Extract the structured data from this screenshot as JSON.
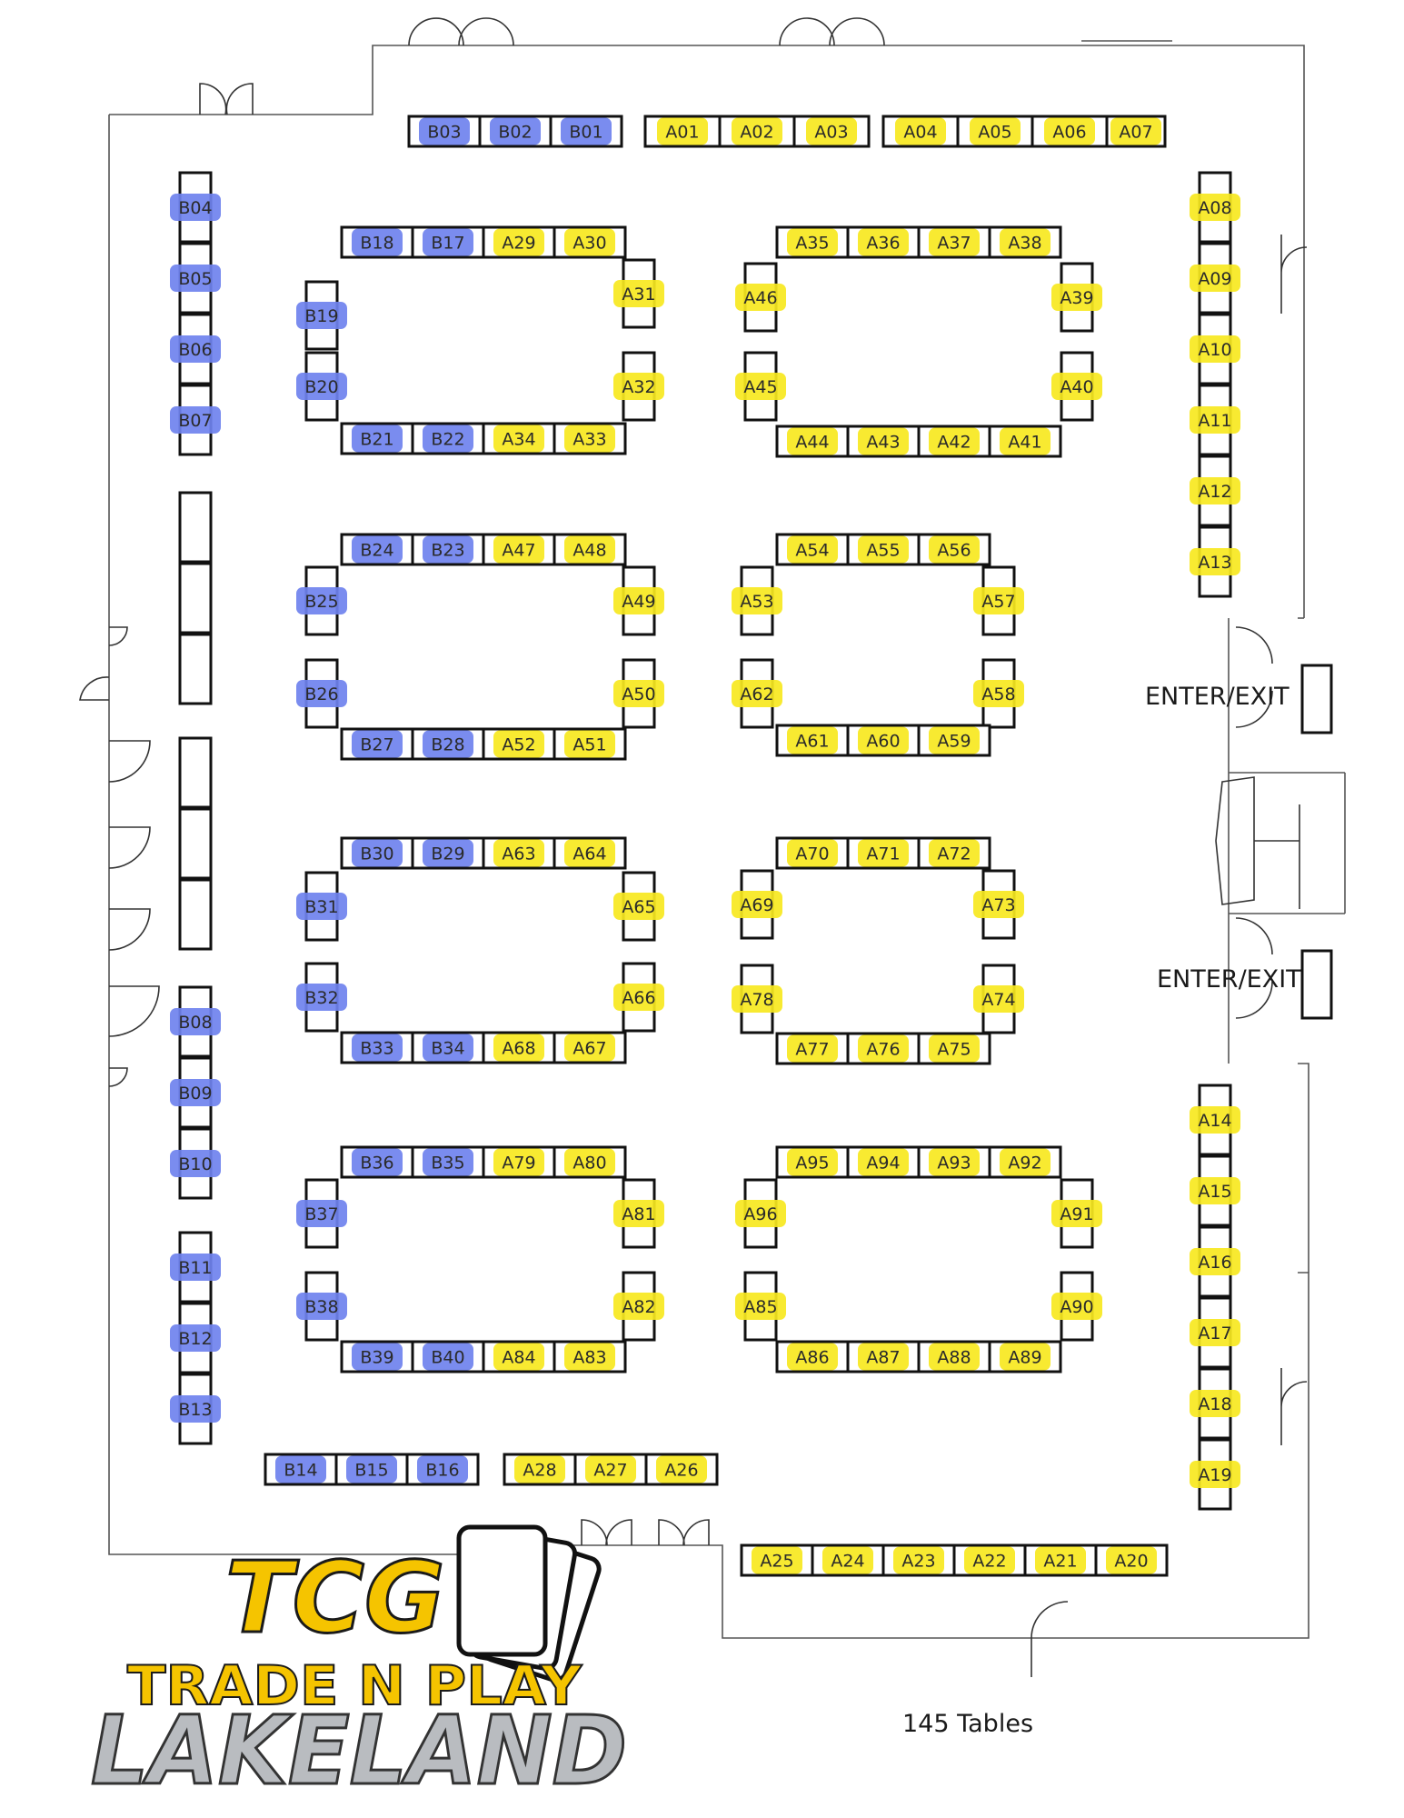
{
  "colors": {
    "a_section": "#f7e81f",
    "b_section": "#6f82ee"
  },
  "labels": {
    "enter_exit_1": "ENTER/EXIT",
    "enter_exit_2": "ENTER/EXIT",
    "table_count": "145 Tables"
  },
  "logo": {
    "line1": "TCG",
    "line2": "TRADE N PLAY",
    "line3": "LAKELAND"
  },
  "tables": [
    {
      "id": "B03",
      "section": "B"
    },
    {
      "id": "B02",
      "section": "B"
    },
    {
      "id": "B01",
      "section": "B"
    },
    {
      "id": "A01",
      "section": "A"
    },
    {
      "id": "A02",
      "section": "A"
    },
    {
      "id": "A03",
      "section": "A"
    },
    {
      "id": "A04",
      "section": "A"
    },
    {
      "id": "A05",
      "section": "A"
    },
    {
      "id": "A06",
      "section": "A"
    },
    {
      "id": "A07",
      "section": "A"
    },
    {
      "id": "B04",
      "section": "B"
    },
    {
      "id": "B05",
      "section": "B"
    },
    {
      "id": "B06",
      "section": "B"
    },
    {
      "id": "B07",
      "section": "B"
    },
    {
      "id": "",
      "section": ""
    },
    {
      "id": "",
      "section": ""
    },
    {
      "id": "",
      "section": ""
    },
    {
      "id": "",
      "section": ""
    },
    {
      "id": "",
      "section": ""
    },
    {
      "id": "",
      "section": ""
    },
    {
      "id": "B08",
      "section": "B"
    },
    {
      "id": "B09",
      "section": "B"
    },
    {
      "id": "B10",
      "section": "B"
    },
    {
      "id": "B11",
      "section": "B"
    },
    {
      "id": "B12",
      "section": "B"
    },
    {
      "id": "B13",
      "section": "B"
    },
    {
      "id": "B14",
      "section": "B"
    },
    {
      "id": "B15",
      "section": "B"
    },
    {
      "id": "B16",
      "section": "B"
    },
    {
      "id": "A28",
      "section": "A"
    },
    {
      "id": "A27",
      "section": "A"
    },
    {
      "id": "A26",
      "section": "A"
    },
    {
      "id": "A25",
      "section": "A"
    },
    {
      "id": "A24",
      "section": "A"
    },
    {
      "id": "A23",
      "section": "A"
    },
    {
      "id": "A22",
      "section": "A"
    },
    {
      "id": "A21",
      "section": "A"
    },
    {
      "id": "A20",
      "section": "A"
    },
    {
      "id": "A08",
      "section": "A"
    },
    {
      "id": "A09",
      "section": "A"
    },
    {
      "id": "A10",
      "section": "A"
    },
    {
      "id": "A11",
      "section": "A"
    },
    {
      "id": "A12",
      "section": "A"
    },
    {
      "id": "A13",
      "section": "A"
    },
    {
      "id": "A14",
      "section": "A"
    },
    {
      "id": "A15",
      "section": "A"
    },
    {
      "id": "A16",
      "section": "A"
    },
    {
      "id": "A17",
      "section": "A"
    },
    {
      "id": "A18",
      "section": "A"
    },
    {
      "id": "A19",
      "section": "A"
    },
    {
      "id": "B18",
      "section": "B"
    },
    {
      "id": "B17",
      "section": "B"
    },
    {
      "id": "A29",
      "section": "A"
    },
    {
      "id": "A30",
      "section": "A"
    },
    {
      "id": "B19",
      "section": "B"
    },
    {
      "id": "B20",
      "section": "B"
    },
    {
      "id": "A31",
      "section": "A"
    },
    {
      "id": "A32",
      "section": "A"
    },
    {
      "id": "B21",
      "section": "B"
    },
    {
      "id": "B22",
      "section": "B"
    },
    {
      "id": "A34",
      "section": "A"
    },
    {
      "id": "A33",
      "section": "A"
    },
    {
      "id": "A35",
      "section": "A"
    },
    {
      "id": "A36",
      "section": "A"
    },
    {
      "id": "A37",
      "section": "A"
    },
    {
      "id": "A38",
      "section": "A"
    },
    {
      "id": "A46",
      "section": "A"
    },
    {
      "id": "A45",
      "section": "A"
    },
    {
      "id": "A39",
      "section": "A"
    },
    {
      "id": "A40",
      "section": "A"
    },
    {
      "id": "A44",
      "section": "A"
    },
    {
      "id": "A43",
      "section": "A"
    },
    {
      "id": "A42",
      "section": "A"
    },
    {
      "id": "A41",
      "section": "A"
    },
    {
      "id": "B24",
      "section": "B"
    },
    {
      "id": "B23",
      "section": "B"
    },
    {
      "id": "A47",
      "section": "A"
    },
    {
      "id": "A48",
      "section": "A"
    },
    {
      "id": "B25",
      "section": "B"
    },
    {
      "id": "B26",
      "section": "B"
    },
    {
      "id": "A49",
      "section": "A"
    },
    {
      "id": "A50",
      "section": "A"
    },
    {
      "id": "B27",
      "section": "B"
    },
    {
      "id": "B28",
      "section": "B"
    },
    {
      "id": "A52",
      "section": "A"
    },
    {
      "id": "A51",
      "section": "A"
    },
    {
      "id": "A54",
      "section": "A"
    },
    {
      "id": "A55",
      "section": "A"
    },
    {
      "id": "A56",
      "section": "A"
    },
    {
      "id": "A53",
      "section": "A"
    },
    {
      "id": "A62",
      "section": "A"
    },
    {
      "id": "A57",
      "section": "A"
    },
    {
      "id": "A58",
      "section": "A"
    },
    {
      "id": "A61",
      "section": "A"
    },
    {
      "id": "A60",
      "section": "A"
    },
    {
      "id": "A59",
      "section": "A"
    },
    {
      "id": "B30",
      "section": "B"
    },
    {
      "id": "B29",
      "section": "B"
    },
    {
      "id": "A63",
      "section": "A"
    },
    {
      "id": "A64",
      "section": "A"
    },
    {
      "id": "B31",
      "section": "B"
    },
    {
      "id": "B32",
      "section": "B"
    },
    {
      "id": "A65",
      "section": "A"
    },
    {
      "id": "A66",
      "section": "A"
    },
    {
      "id": "B33",
      "section": "B"
    },
    {
      "id": "B34",
      "section": "B"
    },
    {
      "id": "A68",
      "section": "A"
    },
    {
      "id": "A67",
      "section": "A"
    },
    {
      "id": "A70",
      "section": "A"
    },
    {
      "id": "A71",
      "section": "A"
    },
    {
      "id": "A72",
      "section": "A"
    },
    {
      "id": "A69",
      "section": "A"
    },
    {
      "id": "A78",
      "section": "A"
    },
    {
      "id": "A73",
      "section": "A"
    },
    {
      "id": "A74",
      "section": "A"
    },
    {
      "id": "A77",
      "section": "A"
    },
    {
      "id": "A76",
      "section": "A"
    },
    {
      "id": "A75",
      "section": "A"
    },
    {
      "id": "B36",
      "section": "B"
    },
    {
      "id": "B35",
      "section": "B"
    },
    {
      "id": "A79",
      "section": "A"
    },
    {
      "id": "A80",
      "section": "A"
    },
    {
      "id": "B37",
      "section": "B"
    },
    {
      "id": "B38",
      "section": "B"
    },
    {
      "id": "A81",
      "section": "A"
    },
    {
      "id": "A82",
      "section": "A"
    },
    {
      "id": "B39",
      "section": "B"
    },
    {
      "id": "B40",
      "section": "B"
    },
    {
      "id": "A84",
      "section": "A"
    },
    {
      "id": "A83",
      "section": "A"
    },
    {
      "id": "A95",
      "section": "A"
    },
    {
      "id": "A94",
      "section": "A"
    },
    {
      "id": "A93",
      "section": "A"
    },
    {
      "id": "A92",
      "section": "A"
    },
    {
      "id": "A96",
      "section": "A"
    },
    {
      "id": "A85",
      "section": "A"
    },
    {
      "id": "A91",
      "section": "A"
    },
    {
      "id": "A90",
      "section": "A"
    },
    {
      "id": "A86",
      "section": "A"
    },
    {
      "id": "A87",
      "section": "A"
    },
    {
      "id": "A88",
      "section": "A"
    },
    {
      "id": "A89",
      "section": "A"
    }
  ]
}
